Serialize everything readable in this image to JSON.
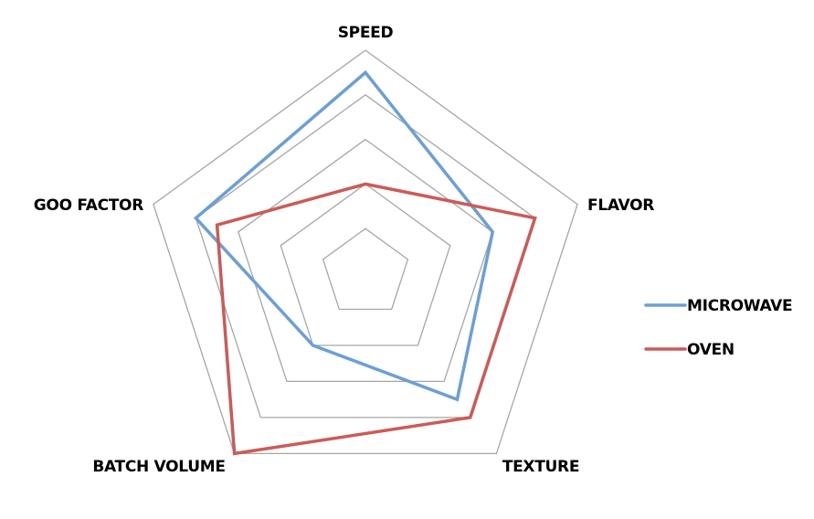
{
  "chart_data": {
    "type": "radar",
    "title": "",
    "categories": [
      "SPEED",
      "FLAVOR",
      "TEXTURE",
      "BATCH VOLUME",
      "GOO FACTOR"
    ],
    "series": [
      {
        "name": "MICROWAVE",
        "color": "#6a9fd8",
        "values": [
          4.5,
          3,
          3.5,
          2,
          4
        ]
      },
      {
        "name": "OVEN",
        "color": "#cc5a57",
        "values": [
          2,
          4,
          4,
          5,
          3.5
        ]
      }
    ],
    "rlim": [
      0,
      5
    ],
    "rings": 5,
    "grid_color": "#a6a6a6",
    "legend_position": "right",
    "tick_labels_visible": false
  },
  "legend": {
    "items": [
      {
        "label": "MICROWAVE",
        "color": "#6a9fd8"
      },
      {
        "label": "OVEN",
        "color": "#cc5a57"
      }
    ]
  }
}
